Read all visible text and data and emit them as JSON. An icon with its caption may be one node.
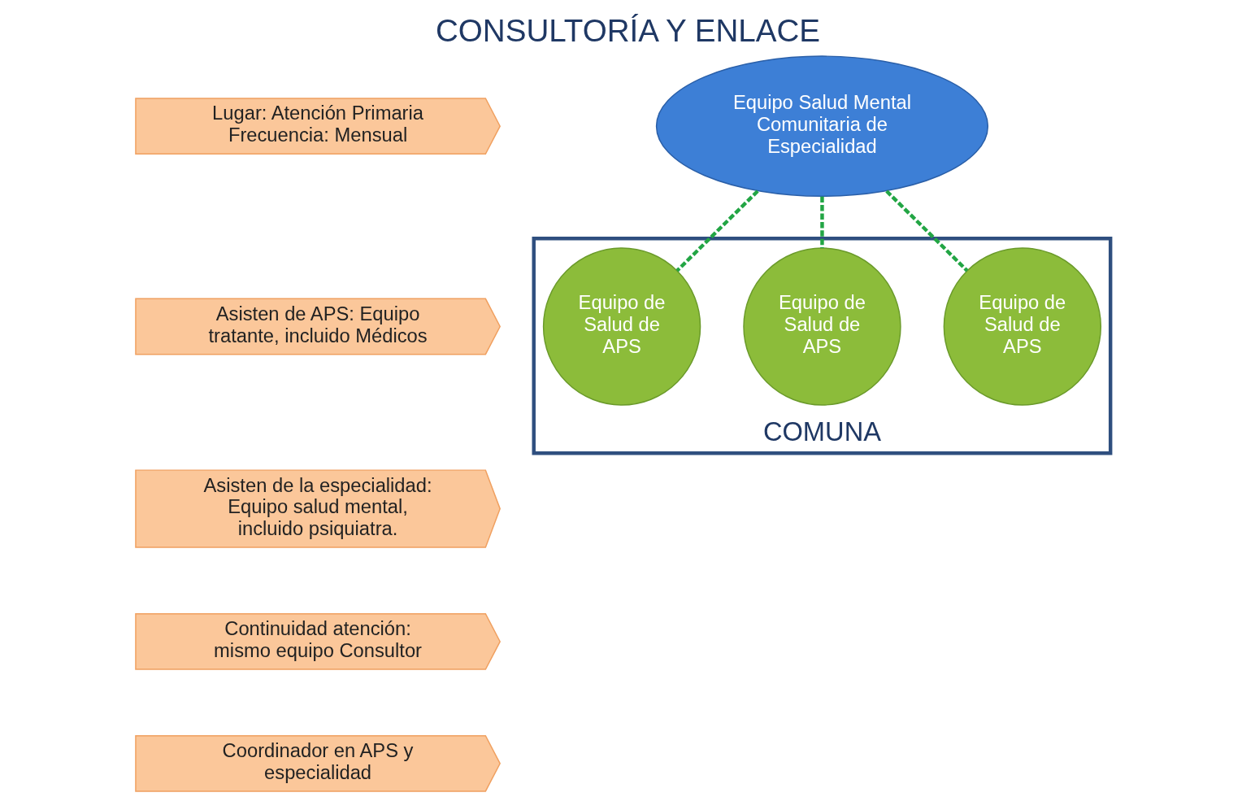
{
  "diagram": {
    "title": "CONSULTORÍA Y ENLACE",
    "nodes": [
      {
        "text": [
          "Lugar: Atención Primaria",
          "Frecuencia: Mensual"
        ]
      },
      {
        "text": [
          "Asisten de APS: Equipo tratante, incluido Médicos"
        ]
      },
      {
        "text": [
          "Asisten de la especialidad: Equipo salud mental, incluido psiquiatra."
        ]
      },
      {
        "text": [
          "Continuidad atención: mismo equipo Consultor"
        ]
      },
      {
        "text": [
          "Coordinador en APS y especialidad"
        ]
      },
      {
        "text": [
          "Equipo Salud Mental Comunitaria de Especialidad"
        ]
      },
      {
        "text": [
          "COMUNA"
        ]
      },
      {
        "text": [
          "Equipo de Salud de APS"
        ],
        "in": 6
      },
      {
        "text": [
          "Equipo de Salud de APS"
        ],
        "in": 6
      },
      {
        "text": [
          "Equipo de Salud de APS"
        ],
        "in": 6
      }
    ],
    "edges": [
      {
        "from": 5,
        "to": 7,
        "arrow": "none",
        "style": "dashed"
      },
      {
        "from": 5,
        "to": 8,
        "arrow": "none",
        "style": "dashed"
      },
      {
        "from": 5,
        "to": 9,
        "arrow": "none",
        "style": "dashed"
      }
    ]
  }
}
